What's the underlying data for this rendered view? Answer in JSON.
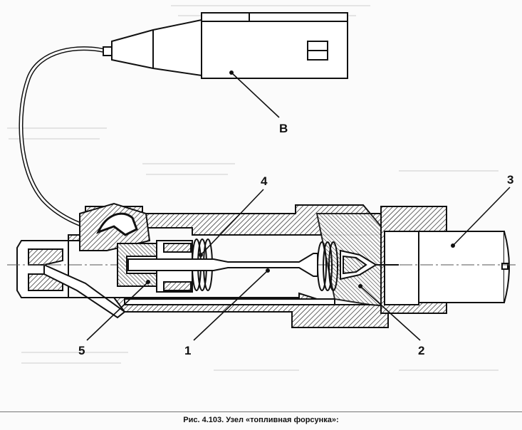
{
  "labels": {
    "connector": "В",
    "part_1": "1",
    "part_2": "2",
    "part_3": "3",
    "part_4": "4",
    "part_5": "5"
  },
  "caption": "Рис. 4.103. Узел «топливная форсунка»:"
}
